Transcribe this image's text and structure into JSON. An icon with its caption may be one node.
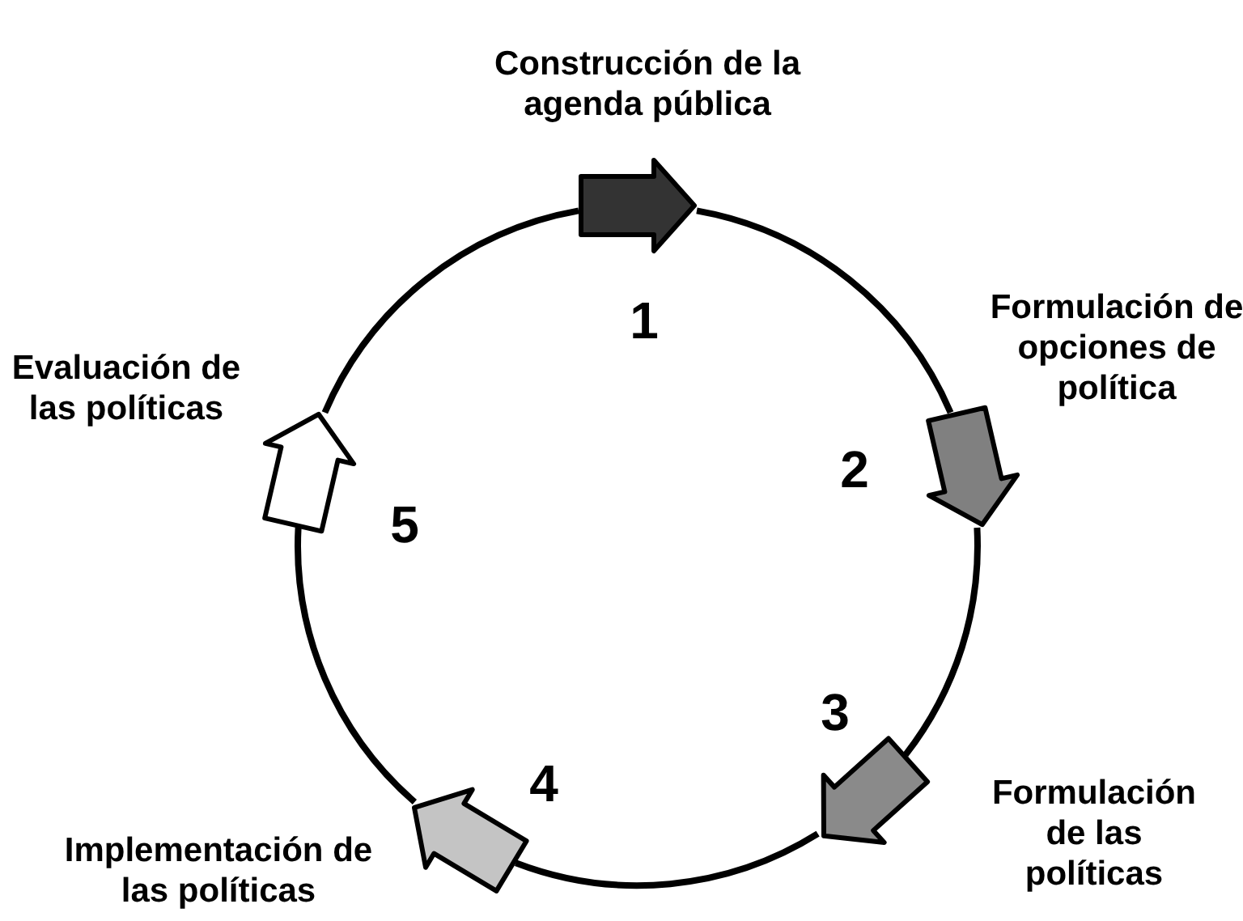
{
  "diagram": {
    "nodes": [
      {
        "text": [],
        "shape": "arrow",
        "beside": [
          "Construcción de la agenda pública",
          "1"
        ]
      },
      {
        "text": [],
        "shape": "arrow",
        "beside": [
          "Formulación de opciones de política",
          "2"
        ]
      },
      {
        "text": [],
        "shape": "arrow",
        "beside": [
          "Formulación de las políticas",
          "3"
        ]
      },
      {
        "text": [],
        "shape": "arrow",
        "beside": [
          "Implementación de las políticas",
          "4"
        ]
      },
      {
        "text": [],
        "shape": "arrow",
        "beside": [
          "Evaluación de las políticas",
          "5"
        ]
      }
    ],
    "edges": [
      {
        "from": 0,
        "to": 1,
        "arrow": "none"
      },
      {
        "from": 1,
        "to": 2,
        "arrow": "none"
      },
      {
        "from": 2,
        "to": 3,
        "arrow": "none"
      },
      {
        "from": 3,
        "to": 4,
        "arrow": "none"
      },
      {
        "from": 4,
        "to": 0,
        "arrow": "none"
      }
    ]
  }
}
